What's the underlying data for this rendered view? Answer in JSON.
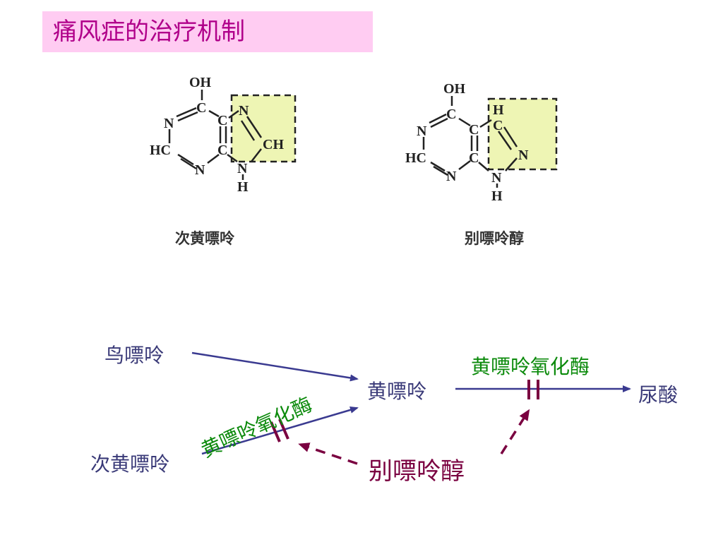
{
  "title": "痛风症的治疗机制",
  "molecules": {
    "hypoxanthine": {
      "caption": "次黄嘌呤",
      "atoms": {
        "oh": "OH",
        "c_top": "C",
        "c_mid": "C",
        "c_bot": "C",
        "n_left": "N",
        "hc": "HC",
        "n_bot": "N",
        "n_box": "N",
        "ch_box": "CH",
        "nh_n": "N",
        "nh_h": "H"
      }
    },
    "allopurinol": {
      "caption": "别嘌呤醇",
      "atoms": {
        "oh": "OH",
        "c_top": "C",
        "c_mid": "C",
        "c_bot": "C",
        "n_left": "N",
        "hc": "HC",
        "n_bot": "N",
        "ch_c": "C",
        "ch_h": "H",
        "n_box": "N",
        "nh_n": "N",
        "nh_h": "H"
      }
    }
  },
  "pathway": {
    "guanine": "鸟嘌呤",
    "hypoxanthine": "次黄嘌呤",
    "xanthine": "黄嘌呤",
    "uric_acid": "尿酸",
    "enzyme_1": "黄嘌呤氧化酶",
    "enzyme_2": "黄嘌呤氧化酶",
    "inhibitor": "别嘌呤醇"
  },
  "colors": {
    "title_bg": "#ffccf2",
    "title_text": "#b0008a",
    "compound": "#3a3a78",
    "enzyme": "#0b8a0b",
    "inhibitor": "#7a0040",
    "arrow": "#3a3a90",
    "box_fill": "#eef5b4"
  }
}
